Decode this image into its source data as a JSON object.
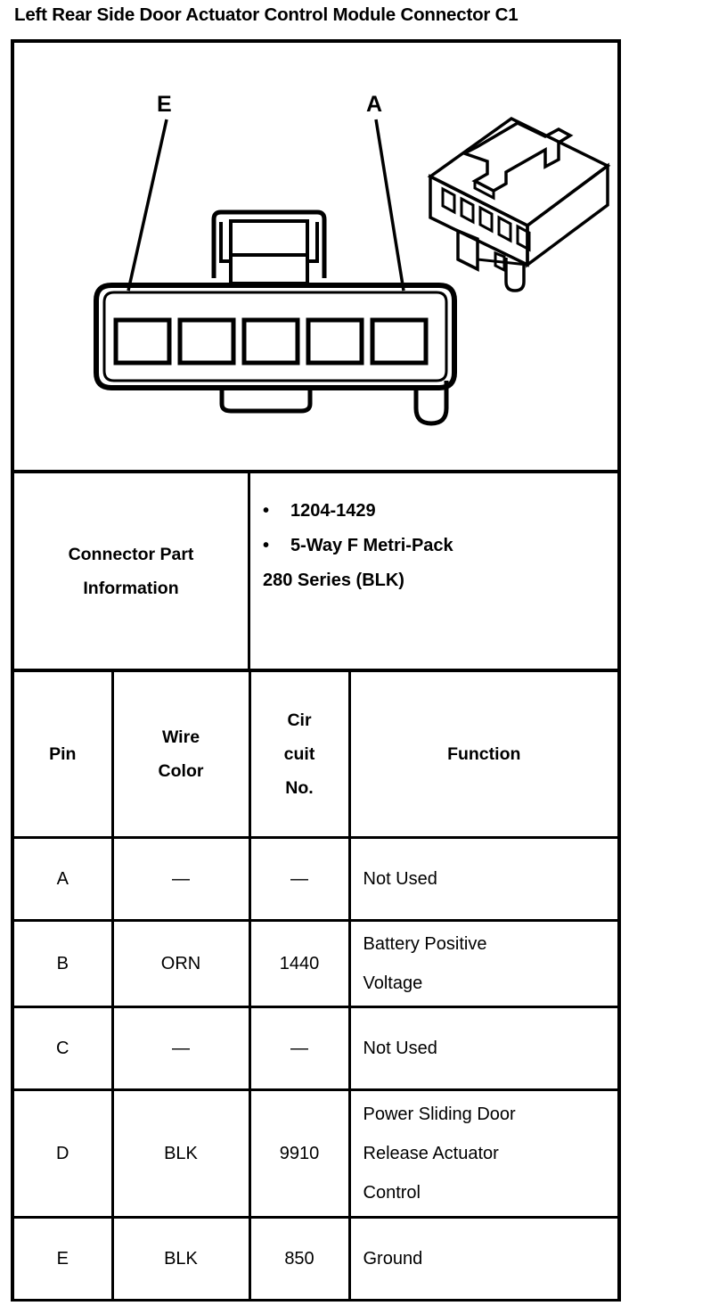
{
  "document": {
    "title": "Left Rear Side Door Actuator Control Module Connector C1"
  },
  "diagram": {
    "callouts": [
      {
        "label": "E",
        "points_to": "pin-cavity-1"
      },
      {
        "label": "A",
        "points_to": "pin-cavity-5"
      }
    ],
    "front_view_name": "connector-front-view",
    "iso_view_name": "connector-isometric-view",
    "cavity_count": 5
  },
  "part_information": {
    "label": "Connector Part Information",
    "bullets": [
      "1204-1429",
      "5-Way F Metri-Pack"
    ],
    "continuation": "280 Series (BLK)",
    "bullet_glyph": "•"
  },
  "pin_table": {
    "headers": {
      "pin": "Pin",
      "wire_color_line1": "Wire",
      "wire_color_line2": "Color",
      "circuit_line1": "Cir",
      "circuit_line2": "cuit",
      "circuit_line3": "No.",
      "function": "Function"
    },
    "rows": [
      {
        "pin": "A",
        "wire_color": "—",
        "circuit_no": "—",
        "function_lines": [
          "Not Used"
        ]
      },
      {
        "pin": "B",
        "wire_color": "ORN",
        "circuit_no": "1440",
        "function_lines": [
          "Battery Positive",
          "Voltage"
        ]
      },
      {
        "pin": "C",
        "wire_color": "—",
        "circuit_no": "—",
        "function_lines": [
          "Not Used"
        ]
      },
      {
        "pin": "D",
        "wire_color": "BLK",
        "circuit_no": "9910",
        "function_lines": [
          "Power Sliding Door",
          "Release Actuator",
          "Control"
        ]
      },
      {
        "pin": "E",
        "wire_color": "BLK",
        "circuit_no": "850",
        "function_lines": [
          "Ground"
        ]
      }
    ]
  },
  "colors": {
    "ink": "#000000",
    "paper": "#ffffff"
  }
}
